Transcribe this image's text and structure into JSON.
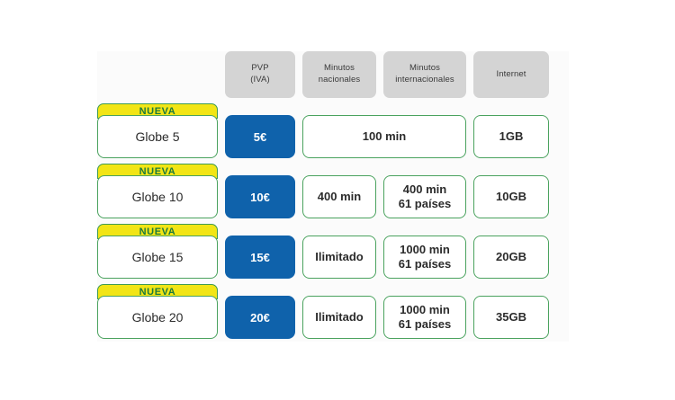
{
  "table": {
    "columns": [
      {
        "key": "plan",
        "label": "",
        "label_line2": ""
      },
      {
        "key": "price",
        "label": "PVP",
        "label_line2": "(IVA)"
      },
      {
        "key": "nat",
        "label": "Minutos",
        "label_line2": "nacionales"
      },
      {
        "key": "int",
        "label": "Minutos",
        "label_line2": "internacionales"
      },
      {
        "key": "net",
        "label": "Internet",
        "label_line2": ""
      }
    ],
    "badge_label": "NUEVA",
    "rows": [
      {
        "plan": "Globe 5",
        "price": "5€",
        "minutes_span": true,
        "minutes_combined": "100 min",
        "nat": "",
        "int_line1": "",
        "int_line2": "",
        "net": "1GB"
      },
      {
        "plan": "Globe 10",
        "price": "10€",
        "minutes_span": false,
        "minutes_combined": "",
        "nat": "400 min",
        "int_line1": "400 min",
        "int_line2": "61 países",
        "net": "10GB"
      },
      {
        "plan": "Globe 15",
        "price": "15€",
        "minutes_span": false,
        "minutes_combined": "",
        "nat": "Ilimitado",
        "int_line1": "1000 min",
        "int_line2": "61 países",
        "net": "20GB"
      },
      {
        "plan": "Globe 20",
        "price": "20€",
        "minutes_span": false,
        "minutes_combined": "",
        "nat": "Ilimitado",
        "int_line1": "1000 min",
        "int_line2": "61 países",
        "net": "35GB"
      }
    ]
  },
  "colors": {
    "badge_background": "#f2e515",
    "badge_text": "#1b7a3d",
    "card_border": "#4aa25e",
    "price_background": "#0f62ab",
    "price_text": "#ffffff",
    "header_background": "#d4d4d4",
    "header_text": "#3a3a3a",
    "panel_background": "#fbfbfb",
    "page_background": "#ffffff"
  }
}
